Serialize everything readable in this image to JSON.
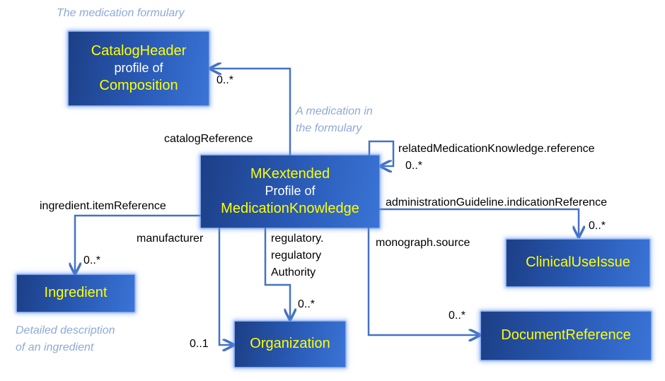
{
  "boxes": {
    "catalog_header": {
      "name": "CatalogHeader",
      "profile_text": "profile of",
      "base": "Composition"
    },
    "mk_extended": {
      "name": "MKextended",
      "profile_text": "Profile of",
      "base": "MedicationKnowledge"
    },
    "ingredient": {
      "name": "Ingredient"
    },
    "organization": {
      "name": "Organization"
    },
    "clinical_use_issue": {
      "name": "ClinicalUseIssue"
    },
    "document_reference": {
      "name": "DocumentReference"
    }
  },
  "notes": {
    "formulary": "The medication formulary",
    "medication_in_formulary": [
      "A medication in",
      "the formulary"
    ],
    "ingredient_description": [
      "Detailed description",
      "of an ingredient"
    ]
  },
  "relations": {
    "catalog_reference": {
      "label": "catalogReference",
      "cardinality": "0..*"
    },
    "related_medication": {
      "label": "relatedMedicationKnowledge.reference",
      "cardinality": "0..*"
    },
    "ingredient_item": {
      "label": "ingredient.itemReference",
      "cardinality": "0..*"
    },
    "administration_guideline": {
      "label": "administrationGuideline.indicationReference",
      "cardinality": "0..*"
    },
    "manufacturer": {
      "label": "manufacturer",
      "cardinality": "0..1"
    },
    "regulatory_authority": {
      "label": [
        "regulatory.",
        "regulatory",
        "Authority"
      ],
      "cardinality": "0..*"
    },
    "monograph_source": {
      "label": "monograph.source",
      "cardinality": "0..*"
    }
  },
  "colors": {
    "box_dark": "#1c3f86",
    "box_light": "#3a74d6",
    "highlight": "#ffff00",
    "connector": "#4472c4",
    "note": "#8ea9d9"
  }
}
